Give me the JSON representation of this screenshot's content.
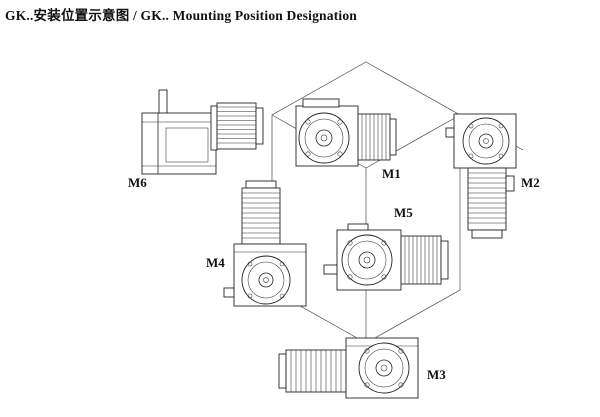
{
  "page": {
    "title": "GK..安装位置示意图 / GK.. Mounting Position Designation",
    "background_color": "#ffffff",
    "line_color": "#242424"
  },
  "diagram": {
    "labels": {
      "m1": "M1",
      "m2": "M2",
      "m3": "M3",
      "m4": "M4",
      "m5": "M5",
      "m6": "M6"
    }
  }
}
